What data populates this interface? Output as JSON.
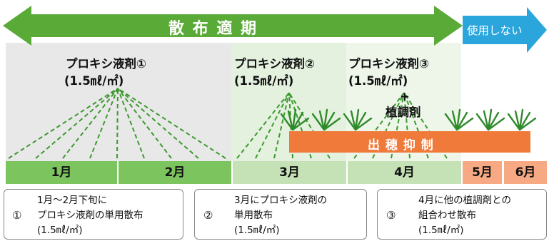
{
  "application_period": {
    "label": "散 布 適 期",
    "color": "#5aaa38"
  },
  "not_used": {
    "label": "使用しない",
    "color": "#2aa6dd"
  },
  "zones": [
    {
      "line1": "プロキシ液剤①",
      "line2": "(1.5㎖/㎡)"
    },
    {
      "line1": "プロキシ液剤②",
      "line2": "(1.5㎖/㎡)"
    },
    {
      "line1": "プロキシ液剤③",
      "line2": "(1.5㎖/㎡)",
      "plus": "+",
      "extra": "植調剤"
    }
  ],
  "suppression": {
    "label": "出 穂 抑 制",
    "color": "#f07a3a"
  },
  "months": [
    "1月",
    "2月",
    "3月",
    "4月",
    "5月",
    "6月"
  ],
  "captions": [
    {
      "number": "①",
      "lines": [
        "1月〜2月下旬に",
        "プロキシ液剤の単用散布",
        "(1.5㎖/㎡)"
      ]
    },
    {
      "number": "②",
      "lines": [
        "3月にプロキシ液剤の",
        "単用散布",
        "(1.5㎖/㎡)"
      ]
    },
    {
      "number": "③",
      "lines": [
        "4月に他の植調剤との",
        "組合わせ散布",
        "(1.5㎖/㎡)"
      ]
    }
  ]
}
